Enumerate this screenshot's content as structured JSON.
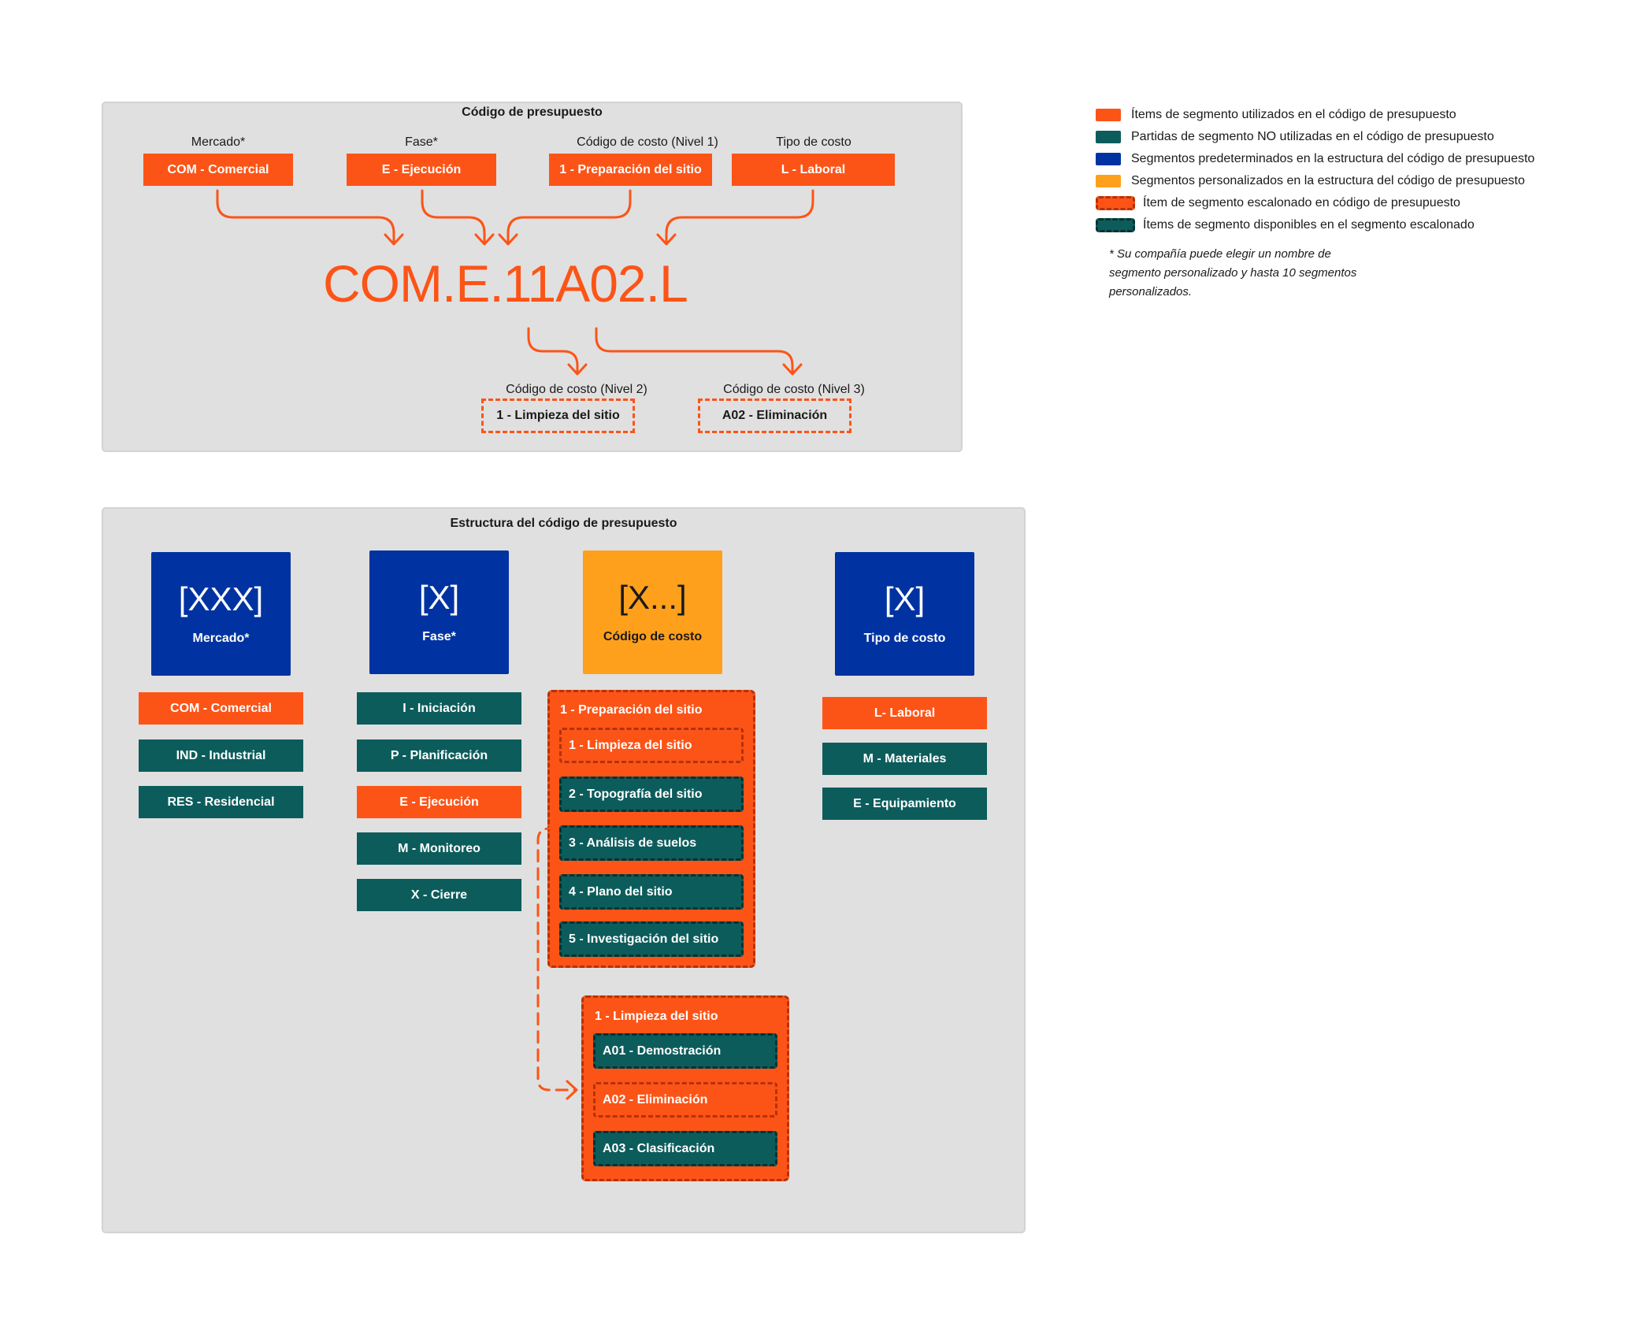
{
  "budget_code": {
    "title": "Código de presupuesto",
    "labels": {
      "market": "Mercado*",
      "phase": "Fase*",
      "cost_code_l1": "Código de costo (Nivel 1)",
      "cost_type": "Tipo de costo",
      "cost_code_l2": "Código de costo (Nivel 2)",
      "cost_code_l3": "Código de costo (Nivel 3)"
    },
    "chips": {
      "market": "COM - Comercial",
      "phase": "E - Ejecución",
      "cost_code_l1": "1 - Preparación del sitio",
      "cost_type": "L - Laboral",
      "cost_code_l2": "1 - Limpieza del sitio",
      "cost_code_l3": "A02 - Eliminación"
    },
    "code": "COM.E.11A02.L"
  },
  "structure": {
    "title": "Estructura del código de presupuesto",
    "segments": [
      {
        "symbol": "[XXX]",
        "name": "Mercado*",
        "color": "#0033a1"
      },
      {
        "symbol": "[X]",
        "name": "Fase*",
        "color": "#0033a1"
      },
      {
        "symbol": "[X...]",
        "name": "Código de costo",
        "color": "#ffa01c"
      },
      {
        "symbol": "[X]",
        "name": "Tipo de costo",
        "color": "#0033a1"
      }
    ],
    "market_items": [
      "COM - Comercial",
      "IND - Industrial",
      "RES - Residencial"
    ],
    "phase_items": [
      "I - Iniciación",
      "P - Planificación",
      "E - Ejecución",
      "M - Monitoreo",
      "X - Cierre"
    ],
    "cost_code_group1": {
      "title": "1 - Preparación del sitio",
      "items": [
        "1 - Limpieza del sitio",
        "2 - Topografía del sitio",
        "3 - Análisis de suelos",
        "4 - Plano del sitio",
        "5 - Investigación del sitio"
      ]
    },
    "cost_code_group2": {
      "title": "1 - Limpieza del sitio",
      "items": [
        "A01 - Demostración",
        "A02 - Eliminación",
        "A03 - Clasificación"
      ]
    },
    "cost_type_items": [
      "L- Laboral",
      "M - Materiales",
      "E - Equipamiento"
    ]
  },
  "legend": {
    "items": [
      {
        "text": "Ítems de segmento utilizados en el código de presupuesto",
        "color": "#fc5417"
      },
      {
        "text": "Partidas de segmento NO utilizadas en el código de presupuesto",
        "color": "#0d5c5c"
      },
      {
        "text": "Segmentos predeterminados en la estructura del código de presupuesto",
        "color": "#0033a1"
      },
      {
        "text": "Segmentos personalizados en la estructura del código de presupuesto",
        "color": "#ffa01c"
      },
      {
        "text": "Ítem de segmento escalonado en código de presupuesto",
        "color": "#fc5417"
      },
      {
        "text": "Ítems de segmento disponibles en el segmento escalonado",
        "color": "#0d5c5c"
      }
    ],
    "note": "* Su compañía puede elegir un nombre de segmento personalizado y hasta 10 segmentos personalizados.",
    "note_lines": [
      "* Su compañía puede elegir un nombre de",
      "segmento personalizado y hasta 10 segmentos",
      "personalizados."
    ]
  },
  "colors": {
    "used": "#fc5417",
    "unused": "#0d5c5c",
    "default_segment": "#0033a1",
    "custom_segment": "#ffa01c",
    "panel": "#e0e0e0"
  }
}
